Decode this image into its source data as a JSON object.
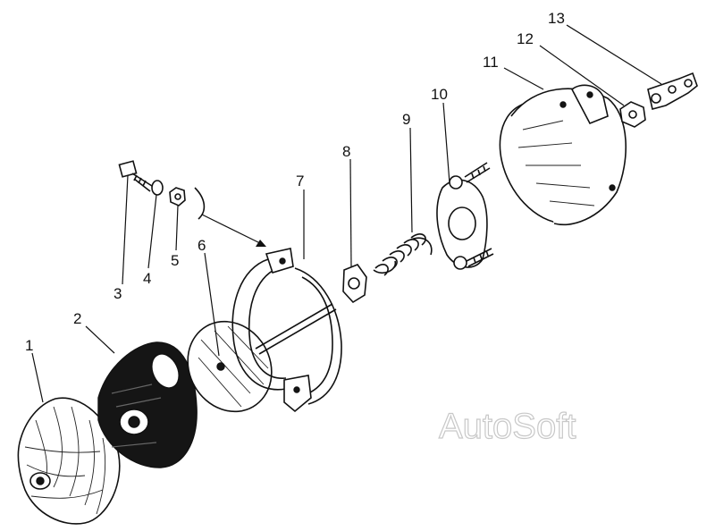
{
  "figure": {
    "watermark": "AutoSoft",
    "callouts": [
      "1",
      "2",
      "3",
      "4",
      "5",
      "6",
      "7",
      "8",
      "9",
      "10",
      "11",
      "12",
      "13"
    ]
  }
}
